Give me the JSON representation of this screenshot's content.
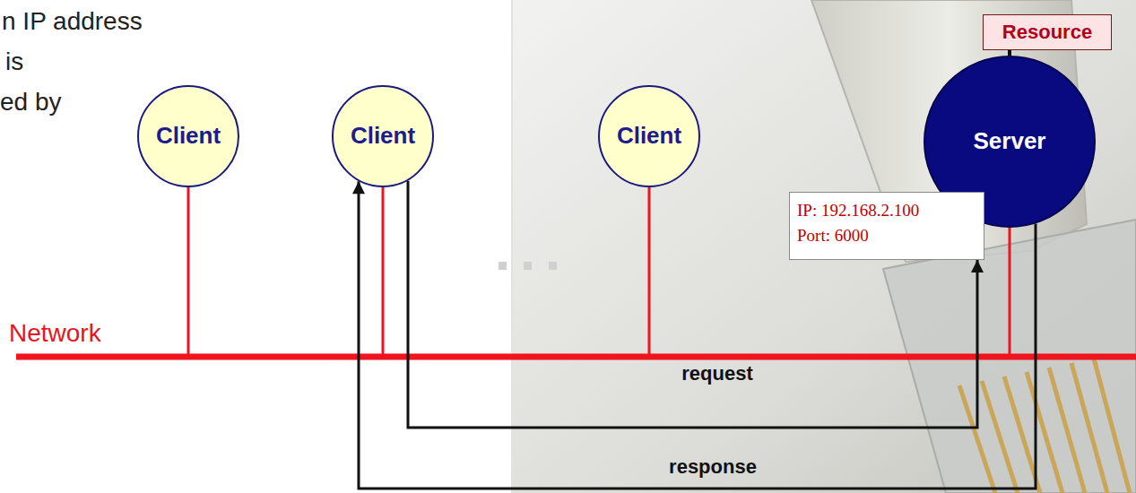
{
  "diagram": {
    "nodes": [
      {
        "text": [
          "Client"
        ]
      },
      {
        "text": [
          "Client"
        ]
      },
      {
        "text": [
          "Client"
        ]
      },
      {
        "text": [
          "Resource"
        ]
      },
      {
        "text": [
          "Server"
        ]
      },
      {
        "text": [
          "IP: 192.168.2.100",
          "Port: 6000"
        ]
      }
    ],
    "edges": [
      {
        "from": 3,
        "to": 4,
        "arrow": "none"
      },
      {
        "from": 1,
        "to": 5,
        "arrow": "to",
        "label": "request"
      },
      {
        "from": 4,
        "to": 1,
        "arrow": "to",
        "label": "response"
      }
    ],
    "labels": [
      "n IP address",
      "is",
      "ed by",
      "Network"
    ]
  }
}
